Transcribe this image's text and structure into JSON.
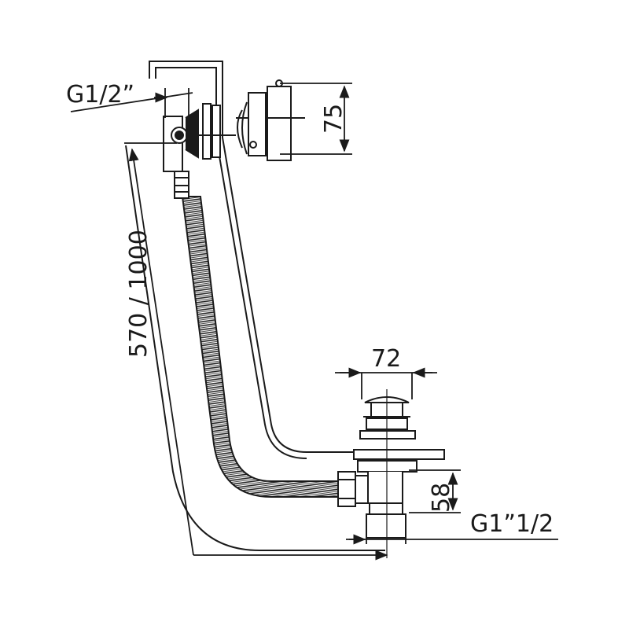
{
  "diagram": {
    "labels": {
      "inlet_thread": "G1/2”",
      "overflow_height": "75",
      "length_range": "570 / 1000",
      "waste_width": "72",
      "waste_height": "58",
      "outlet_thread": "G1”1/2"
    },
    "colors": {
      "stroke": "#1a1a1a",
      "background": "#ffffff"
    }
  }
}
